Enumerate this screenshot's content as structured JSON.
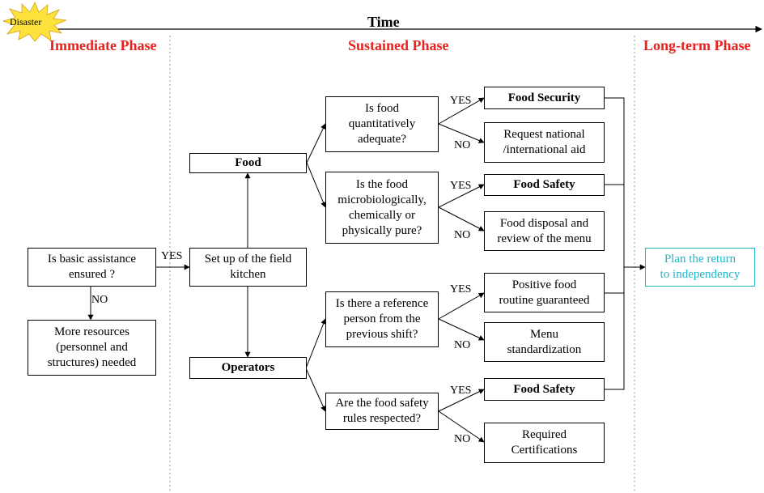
{
  "time_axis": {
    "label": "Time",
    "start_marker": "Disaster",
    "start_marker_color": "#fde23c"
  },
  "phases": {
    "immediate": "Immediate Phase",
    "sustained": "Sustained Phase",
    "long_term": "Long-term Phase"
  },
  "phase_color": "#e8231f",
  "nodes": {
    "basic_assistance": "Is basic assistance\nensured ?",
    "more_resources": "More resources\n(personnel and\nstructures) needed",
    "field_kitchen": "Set up of the field\nkitchen",
    "food": "Food",
    "operators": "Operators",
    "q_quantity": "Is food\nquantitatively\nadequate?",
    "q_purity": "Is the food\nmicrobiologically,\nchemically or\nphysically pure?",
    "q_reference": "Is there a reference\nperson from the\nprevious shift?",
    "q_rules": "Are the food safety\nrules respected?",
    "food_security": "Food Security",
    "request_aid": "Request national\n/international aid",
    "food_safety_1": "Food Safety",
    "food_disposal": "Food disposal and\nreview of the menu",
    "positive_routine": "Positive food\nroutine guaranteed",
    "menu_std": "Menu\nstandardization",
    "food_safety_2": "Food Safety",
    "certifications": "Required\nCertifications",
    "plan_return": "Plan the return\nto independency"
  },
  "plan_return_color": "#1fb6c8",
  "edge_labels": {
    "yes_main": "YES",
    "no_main": "NO",
    "yes_1": "YES",
    "no_1": "NO",
    "yes_2": "YES",
    "no_2": "NO",
    "yes_3": "YES",
    "no_3": "NO",
    "yes_4": "YES",
    "no_4": "NO"
  }
}
